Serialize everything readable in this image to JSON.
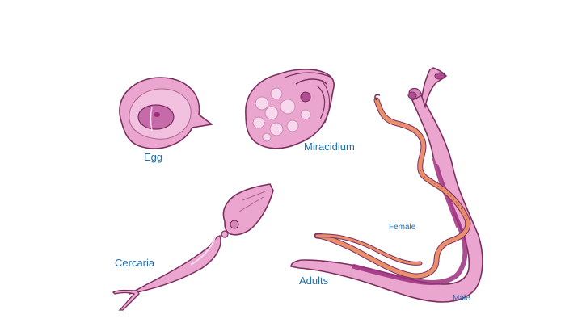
{
  "labels": {
    "egg": "Egg",
    "miracidium": "Miracidium",
    "cercaria": "Cercaria",
    "adults": "Adults",
    "female": "Female",
    "male": "Male"
  },
  "colors": {
    "label": "#1d6fb3",
    "body_pink": "#eaa6cf",
    "body_light": "#f6cde6",
    "outline": "#7a2f5f",
    "dark_purple": "#9b2f7e",
    "female_orange": "#e98f6b"
  }
}
